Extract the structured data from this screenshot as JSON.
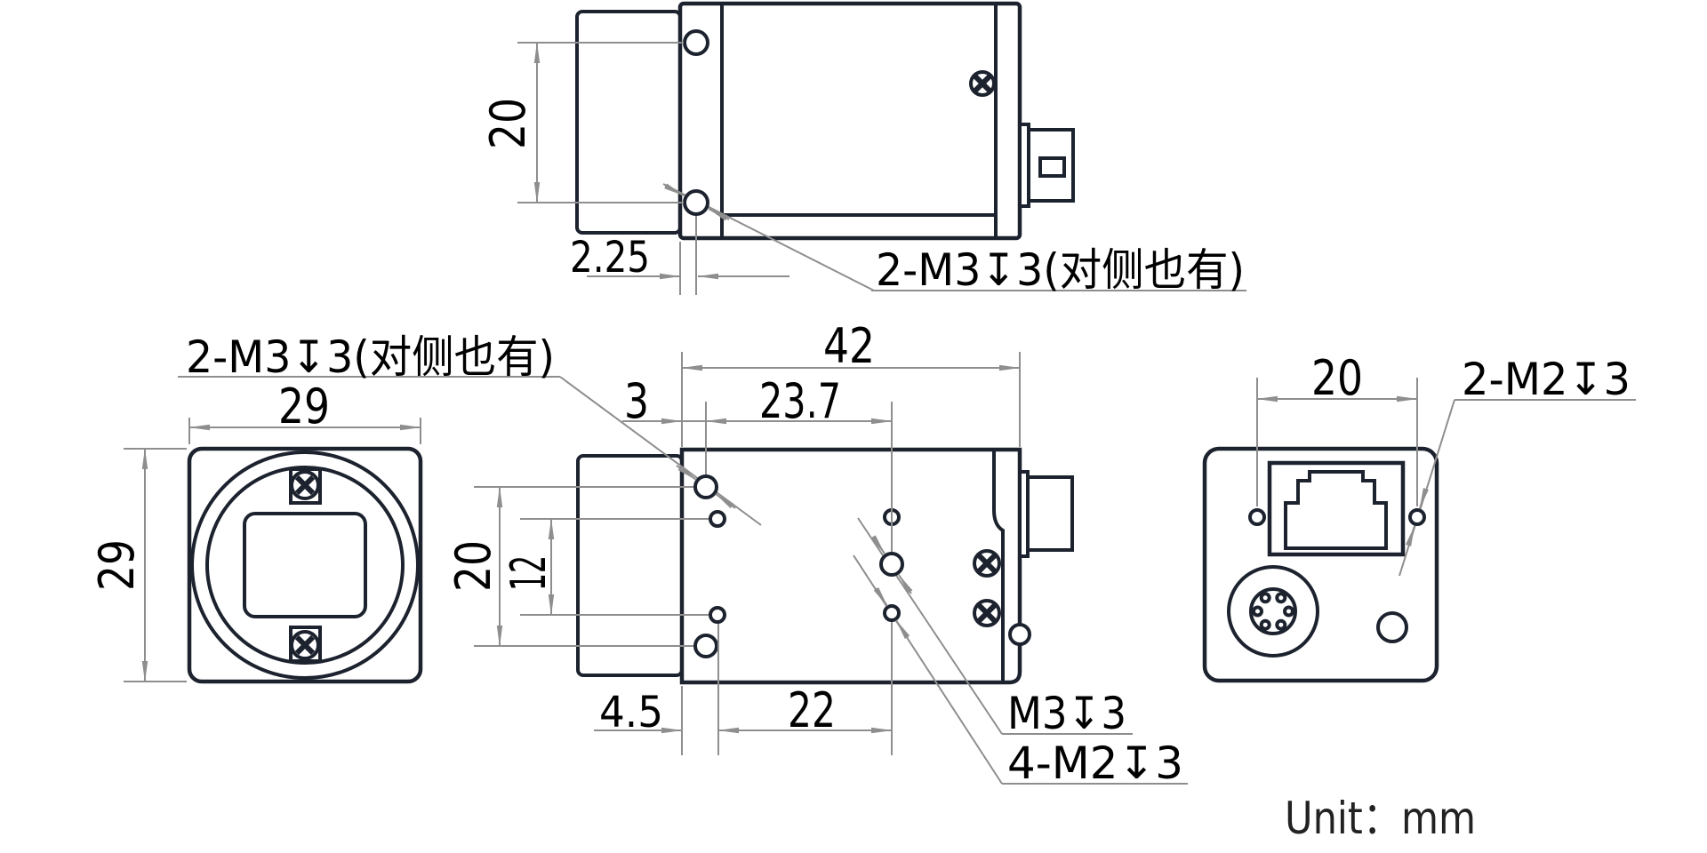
{
  "drawing": {
    "unit_note": "Unit：mm",
    "colors": {
      "outline": "#1c222e",
      "dimension": "#8e8e8e",
      "text": "#000000",
      "background": "#ffffff"
    },
    "top_view": {
      "dim_hole_spacing": "20",
      "dim_edge_to_hole": "2.25",
      "thread_label": "2-M3↧3(对侧也有)"
    },
    "front_view": {
      "dim_width": "29",
      "dim_height": "29",
      "thread_label": "2-M3↧3(对侧也有)"
    },
    "side_view": {
      "dim_length": "42",
      "dim_front_to_m3": "3",
      "dim_m3_to_center": "23.7",
      "dim_m3_spacing": "20",
      "dim_m2_spacing": "12",
      "dim_front_to_m2": "4.5",
      "dim_m2_to_center": "22",
      "thread_label_m3": "M3↧3",
      "thread_label_m2": "4-M2↧3"
    },
    "back_view": {
      "dim_hole_spacing": "20",
      "thread_label": "2-M2↧3"
    }
  }
}
